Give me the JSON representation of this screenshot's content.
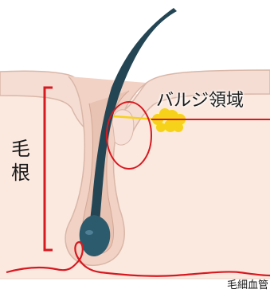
{
  "labels": {
    "bulge_region": "バルジ領域",
    "hair_root": "毛根",
    "capillary": "毛細血管"
  },
  "colors": {
    "skin_epidermis": "#f5ddd3",
    "skin_dermis": "#fbe9e0",
    "skin_outline": "#d9b7a8",
    "follicle_sheath": "#e8c2b3",
    "hair": "#234554",
    "hair_bulb": "#2d5b6e",
    "accent_red": "#d71920",
    "bulge_cells": "#f7d21a",
    "bulge_glow": "#fff3a8"
  }
}
